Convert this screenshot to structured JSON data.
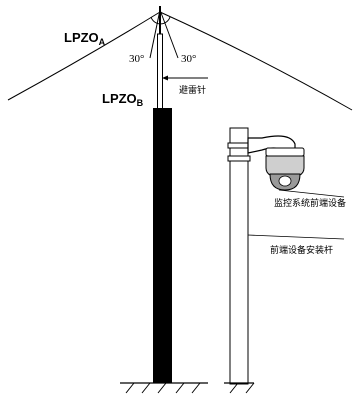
{
  "zones": {
    "upper_main": "LPZO",
    "upper_sub": "A",
    "lower_main": "LPZO",
    "lower_sub": "B"
  },
  "angles": {
    "left": "30°",
    "right": "30°"
  },
  "labels": {
    "lightning_rod": "避雷针",
    "camera_device": "监控系统前端设备",
    "mounting_pole": "前端设备安装杆"
  }
}
